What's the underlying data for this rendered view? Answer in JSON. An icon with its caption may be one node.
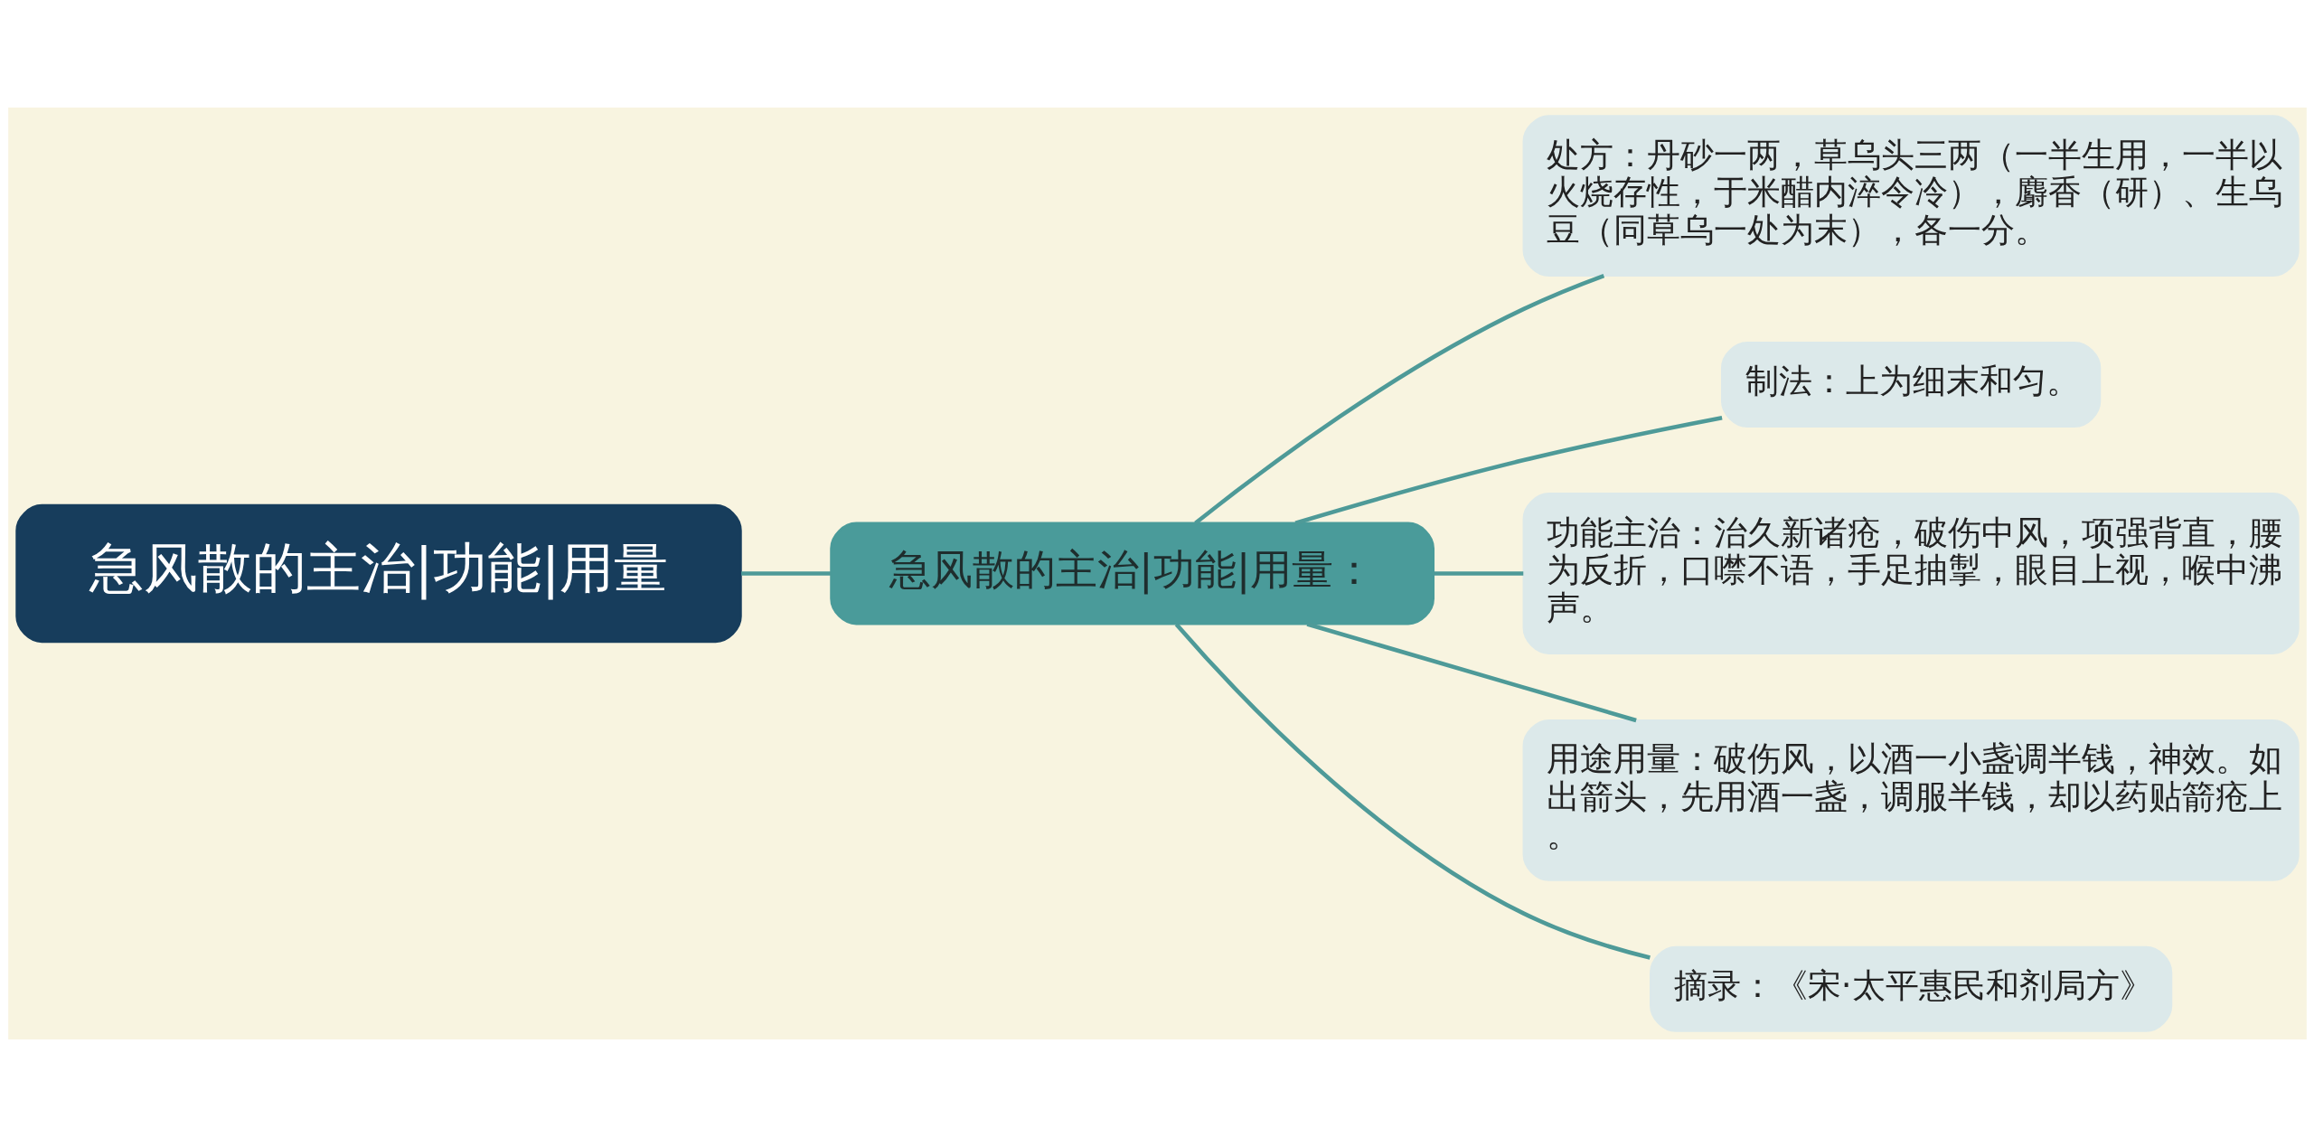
{
  "diagram": {
    "nodes": [
      {
        "text": [
          "急风散的主治|功能|用量"
        ]
      },
      {
        "text": [
          "急风散的主治|功能|用量："
        ]
      },
      {
        "text": [
          "处方：丹砂一两，草乌头三两（一半生用，一半以火烧存性，于米醋内淬令冷），麝香（研）、生乌豆（同草乌一处为末），各一分。"
        ]
      },
      {
        "text": [
          "制法：上为细末和匀。"
        ]
      },
      {
        "text": [
          "功能主治：治久新诸疮，破伤中风，项强背直，腰为反折，口噤不语，手足抽掣，眼目上视，喉中沸声。"
        ]
      },
      {
        "text": [
          "用途用量：破伤风，以酒一小盏调半钱，神效。如出箭头，先用酒一盏，调服半钱，却以药贴箭疮上。"
        ]
      },
      {
        "text": [
          "摘录：《宋·太平惠民和剂局方》"
        ]
      }
    ],
    "edges": [
      {
        "from": 0,
        "to": 1,
        "arrow": "none"
      },
      {
        "from": 1,
        "to": 2,
        "arrow": "none"
      },
      {
        "from": 1,
        "to": 3,
        "arrow": "none"
      },
      {
        "from": 1,
        "to": 4,
        "arrow": "none"
      },
      {
        "from": 1,
        "to": 5,
        "arrow": "none"
      },
      {
        "from": 1,
        "to": 6,
        "arrow": "none"
      }
    ]
  }
}
